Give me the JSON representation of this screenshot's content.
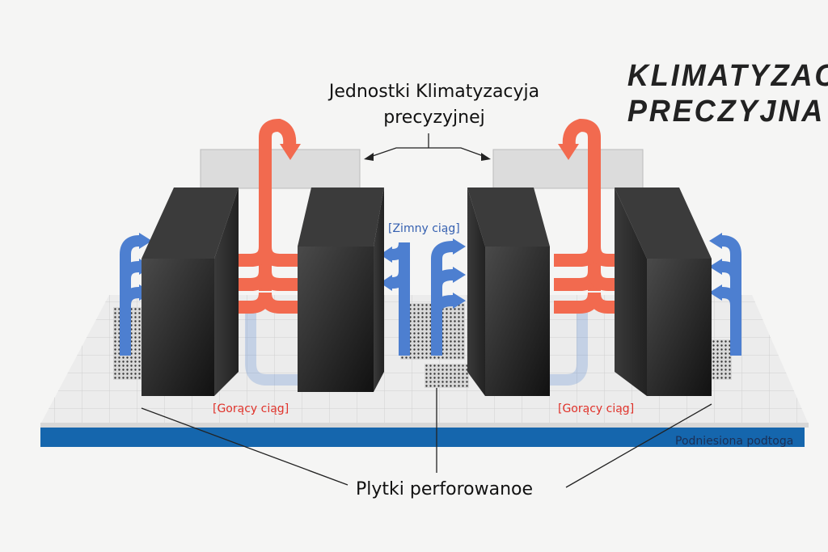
{
  "title": {
    "line1": "KLIMATYZACJA",
    "line2": "PRECZYJNA"
  },
  "labels": {
    "ac_units_line1": "Jednostki Klimatyzacyja",
    "ac_units_line2": "precyzyjnej",
    "cold_aisle": "[Zimny ciąg]",
    "hot_aisle_left": "[Gorący ciąg]",
    "hot_aisle_right": "[Gorący ciąg]",
    "perforated_tiles": "Plytki perforowanoe",
    "raised_floor": "Podniesiona podtoga"
  },
  "colors": {
    "hot": "#f26a4f",
    "cold": "#4d7fd0",
    "floor_band": "#1566ad",
    "rack": "#2a2a2a"
  }
}
